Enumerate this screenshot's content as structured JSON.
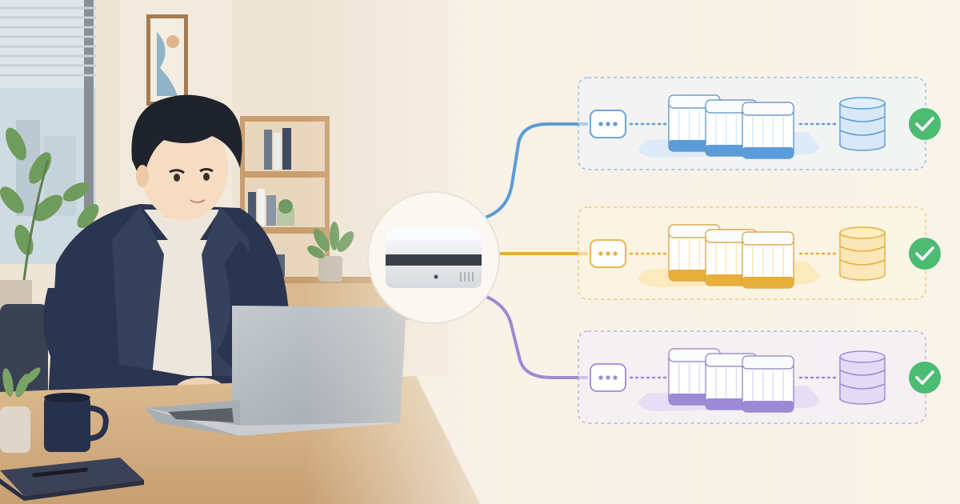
{
  "colors": {
    "background": "#f7f0e3",
    "blue": "#5b9bd8",
    "yellow": "#e8ae3c",
    "purple": "#9d8ad6",
    "check_green": "#4cbc72",
    "shirt_navy": "#2b3550",
    "desk_wood": "#d9b68a",
    "laptop_silver": "#b7bcc3"
  },
  "icons": {
    "device": "mini-server-icon",
    "ellipsis": "more-dots-icon",
    "server": "server-rack-icon",
    "database": "database-icon",
    "status": "check-circle-icon"
  },
  "pipelines": [
    {
      "id": "blue",
      "color": "#5b9bd8",
      "light": "#d9e8f8",
      "fill": "#edf4fc",
      "status": "success"
    },
    {
      "id": "yellow",
      "color": "#e8ae3c",
      "light": "#fbe7b8",
      "fill": "#fdf5df",
      "status": "success"
    },
    {
      "id": "purple",
      "color": "#9d8ad6",
      "light": "#e2dbf5",
      "fill": "#f2eefb",
      "status": "success"
    }
  ]
}
